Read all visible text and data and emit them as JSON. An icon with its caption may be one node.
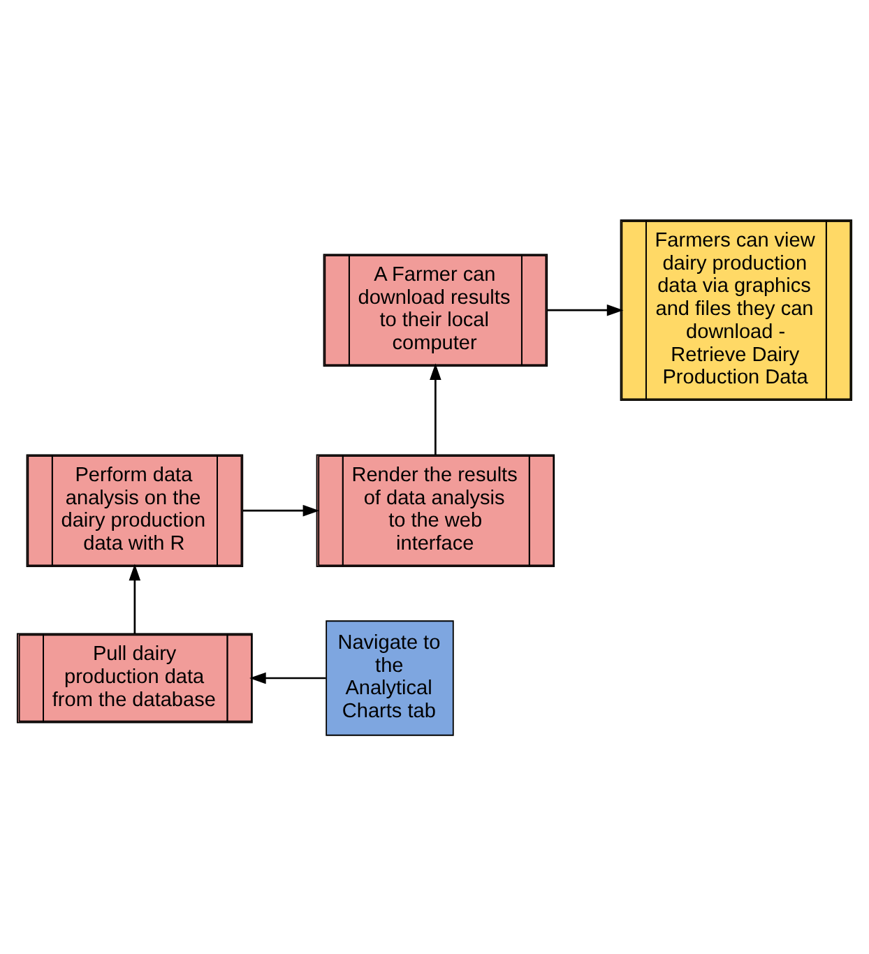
{
  "diagram": {
    "nodes": [
      {
        "text": [
          "Farmers can view dairy production data via graphics and files they can download - Retrieve Dairy Production Data"
        ]
      },
      {
        "text": [
          "A Farmer can download results to their local computer"
        ]
      },
      {
        "text": [
          "Perform data analysis on the dairy production data with R"
        ]
      },
      {
        "text": [
          "Render the results of data analysis to the web interface"
        ]
      },
      {
        "text": [
          "Pull dairy production data from the database"
        ]
      },
      {
        "text": [
          "Navigate to the Analytical Charts tab"
        ]
      }
    ],
    "edges": [
      {
        "from": 5,
        "to": 4,
        "arrow": "to"
      },
      {
        "from": 4,
        "to": 2,
        "arrow": "to"
      },
      {
        "from": 2,
        "to": 3,
        "arrow": "to"
      },
      {
        "from": 3,
        "to": 1,
        "arrow": "to"
      },
      {
        "from": 1,
        "to": 0,
        "arrow": "to"
      }
    ]
  }
}
